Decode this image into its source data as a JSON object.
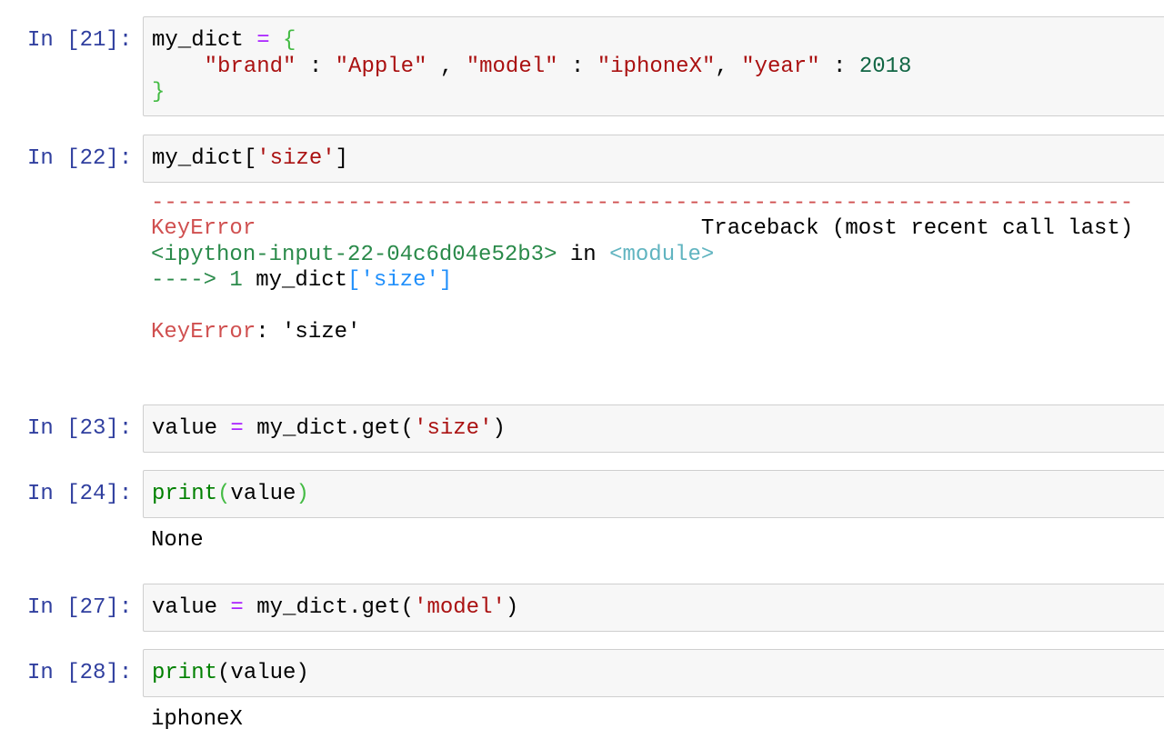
{
  "cells": [
    {
      "prompt": "In [21]:",
      "top": 0,
      "code": [
        [
          [
            "my_dict ",
            ""
          ],
          [
            "=",
            "op"
          ],
          [
            " ",
            ""
          ],
          [
            "{",
            "br"
          ]
        ],
        [
          [
            "    ",
            ""
          ],
          [
            "\"brand\"",
            "str"
          ],
          [
            " : ",
            ""
          ],
          [
            "\"Apple\"",
            "str"
          ],
          [
            " , ",
            ""
          ],
          [
            "\"model\"",
            "str"
          ],
          [
            " : ",
            ""
          ],
          [
            "\"iphoneX\"",
            "str"
          ],
          [
            ", ",
            ""
          ],
          [
            "\"year\"",
            "str"
          ],
          [
            " : ",
            ""
          ],
          [
            "2018",
            "num"
          ]
        ],
        [
          [
            "}",
            "br"
          ]
        ]
      ],
      "output": []
    },
    {
      "prompt": "In [22]:",
      "code": [
        [
          [
            "my_dict[",
            ""
          ],
          [
            "'size'",
            "str"
          ],
          [
            "]",
            ""
          ]
        ]
      ],
      "output": [
        [
          [
            "---------------------------------------------------------------------------",
            "tr"
          ]
        ],
        [
          [
            "KeyError",
            "tr"
          ],
          [
            "                                  Traceback (most recent call last)",
            ""
          ]
        ],
        [
          [
            "<ipython-input-22-04c6d04e52b3>",
            "tg"
          ],
          [
            " in ",
            ""
          ],
          [
            "<module>",
            "tc"
          ]
        ],
        [
          [
            "----> 1 ",
            "tg"
          ],
          [
            "my_dict",
            ""
          ],
          [
            "[",
            "tb"
          ],
          [
            "'size'",
            "tb"
          ],
          [
            "]",
            "tb"
          ]
        ],
        [],
        [
          [
            "KeyError",
            "tr"
          ],
          [
            ": 'size'",
            ""
          ]
        ]
      ]
    },
    {
      "prompt": "In [23]:",
      "code": [
        [
          [
            "value ",
            ""
          ],
          [
            "=",
            "op"
          ],
          [
            " my_dict.get(",
            ""
          ],
          [
            "'size'",
            "str"
          ],
          [
            ")",
            ""
          ]
        ]
      ],
      "output": []
    },
    {
      "prompt": "In [24]:",
      "code": [
        [
          [
            "print",
            "kw"
          ],
          [
            "(",
            "br"
          ],
          [
            "value",
            ""
          ],
          [
            ")",
            "br"
          ]
        ]
      ],
      "output": [
        [
          [
            "None",
            ""
          ]
        ]
      ]
    },
    {
      "prompt": "In [27]:",
      "code": [
        [
          [
            "value ",
            ""
          ],
          [
            "=",
            "op"
          ],
          [
            " my_dict.get(",
            ""
          ],
          [
            "'model'",
            "str"
          ],
          [
            ")",
            ""
          ]
        ]
      ],
      "output": []
    },
    {
      "prompt": "In [28]:",
      "code": [
        [
          [
            "print",
            "kw"
          ],
          [
            "(value)",
            ""
          ]
        ]
      ],
      "output": [
        [
          [
            "iphoneX",
            ""
          ]
        ]
      ]
    }
  ]
}
